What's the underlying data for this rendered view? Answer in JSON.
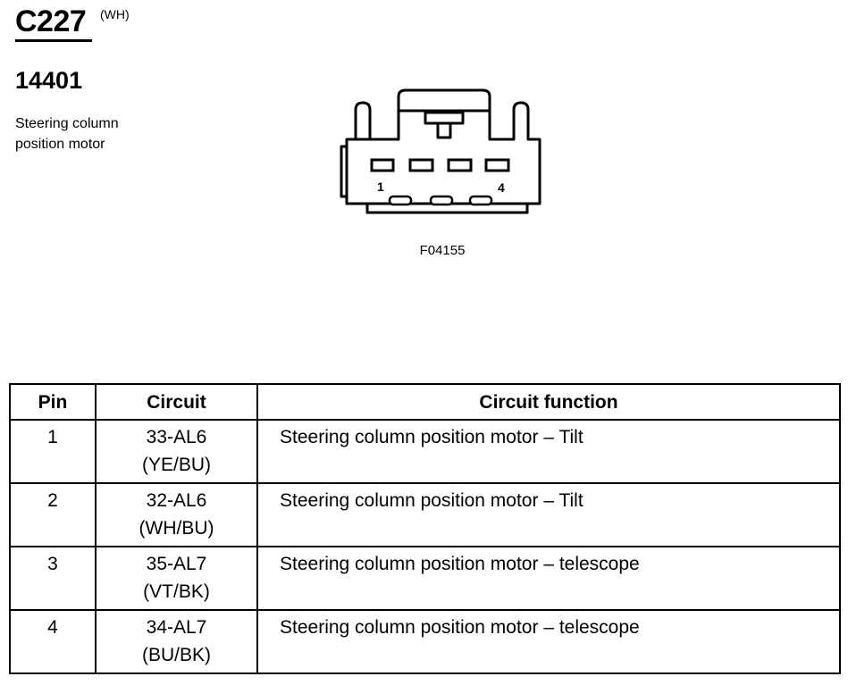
{
  "connector": {
    "id": "C227",
    "color_code": "(WH)",
    "part_number": "14401",
    "component_name": "Steering column position motor"
  },
  "figure": {
    "id": "F04155",
    "pin_labels": [
      "1",
      "4"
    ]
  },
  "pin_table": {
    "headers": [
      "Pin",
      "Circuit",
      "Circuit function"
    ],
    "rows": [
      {
        "pin": "1",
        "circuit": "33-AL6",
        "color": "(YE/BU)",
        "function": "Steering column position motor – Tilt"
      },
      {
        "pin": "2",
        "circuit": "32-AL6",
        "color": "(WH/BU)",
        "function": "Steering column position motor – Tilt"
      },
      {
        "pin": "3",
        "circuit": "35-AL7",
        "color": "(VT/BK)",
        "function": "Steering column position motor – telescope"
      },
      {
        "pin": "4",
        "circuit": "34-AL7",
        "color": "(BU/BK)",
        "function": "Steering column position motor – telescope"
      }
    ]
  }
}
